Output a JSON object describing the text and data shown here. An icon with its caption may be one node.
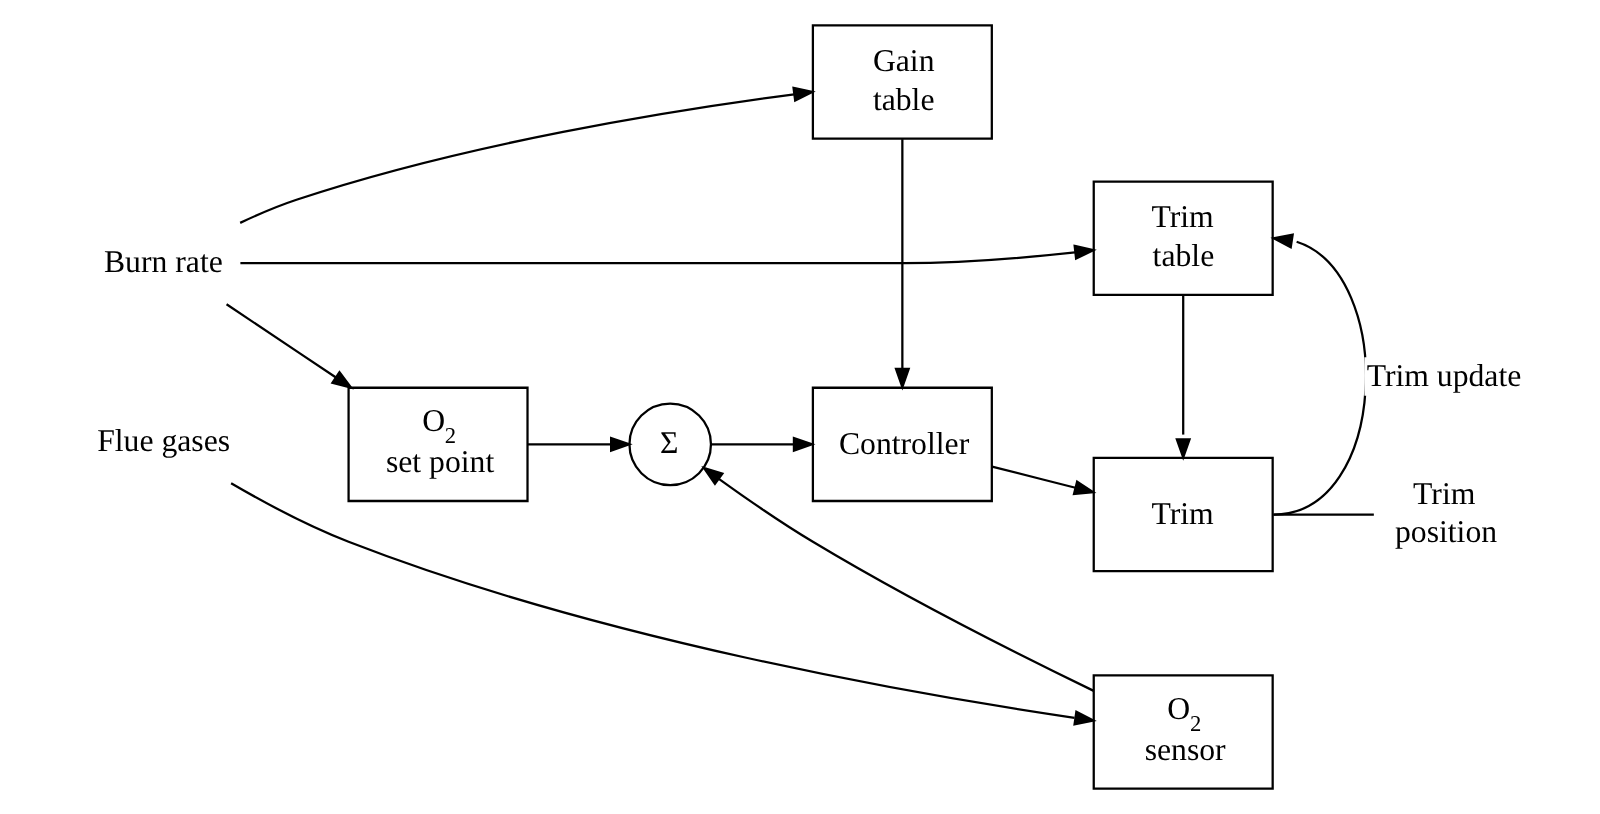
{
  "diagram": {
    "nodes": [
      {
        "text": [
          "Burn rate"
        ]
      },
      {
        "text": [
          "Gain table"
        ]
      },
      {
        "text": [
          "Trim table"
        ]
      },
      {
        "text": [
          "O$_{2}$ set point"
        ]
      },
      {
        "text": [
          "Σ"
        ]
      },
      {
        "text": [
          "Controller"
        ]
      },
      {
        "text": [
          "Trim"
        ]
      },
      {
        "text": [
          "Trim position"
        ]
      },
      {
        "text": [
          "O$_{2}$ sensor"
        ]
      },
      {
        "text": [
          "Flue gases"
        ]
      }
    ],
    "edges": [
      {
        "from": 0,
        "to": 3,
        "arrow": "to"
      },
      {
        "from": 0,
        "to": 1,
        "arrow": "to"
      },
      {
        "from": 0,
        "to": 2,
        "arrow": "to"
      },
      {
        "from": 1,
        "to": 5,
        "arrow": "to"
      },
      {
        "from": 2,
        "to": 6,
        "arrow": "to"
      },
      {
        "from": 3,
        "to": 4,
        "arrow": "to"
      },
      {
        "from": 4,
        "to": 5,
        "arrow": "to"
      },
      {
        "from": 5,
        "to": 6,
        "arrow": "to"
      },
      {
        "from": 6,
        "to": 7,
        "arrow": "none"
      },
      {
        "from": 6,
        "to": 2,
        "arrow": "to",
        "label": "Trim update"
      },
      {
        "from": 9,
        "to": 8,
        "arrow": "to"
      },
      {
        "from": 8,
        "to": 4,
        "arrow": "to"
      }
    ]
  }
}
